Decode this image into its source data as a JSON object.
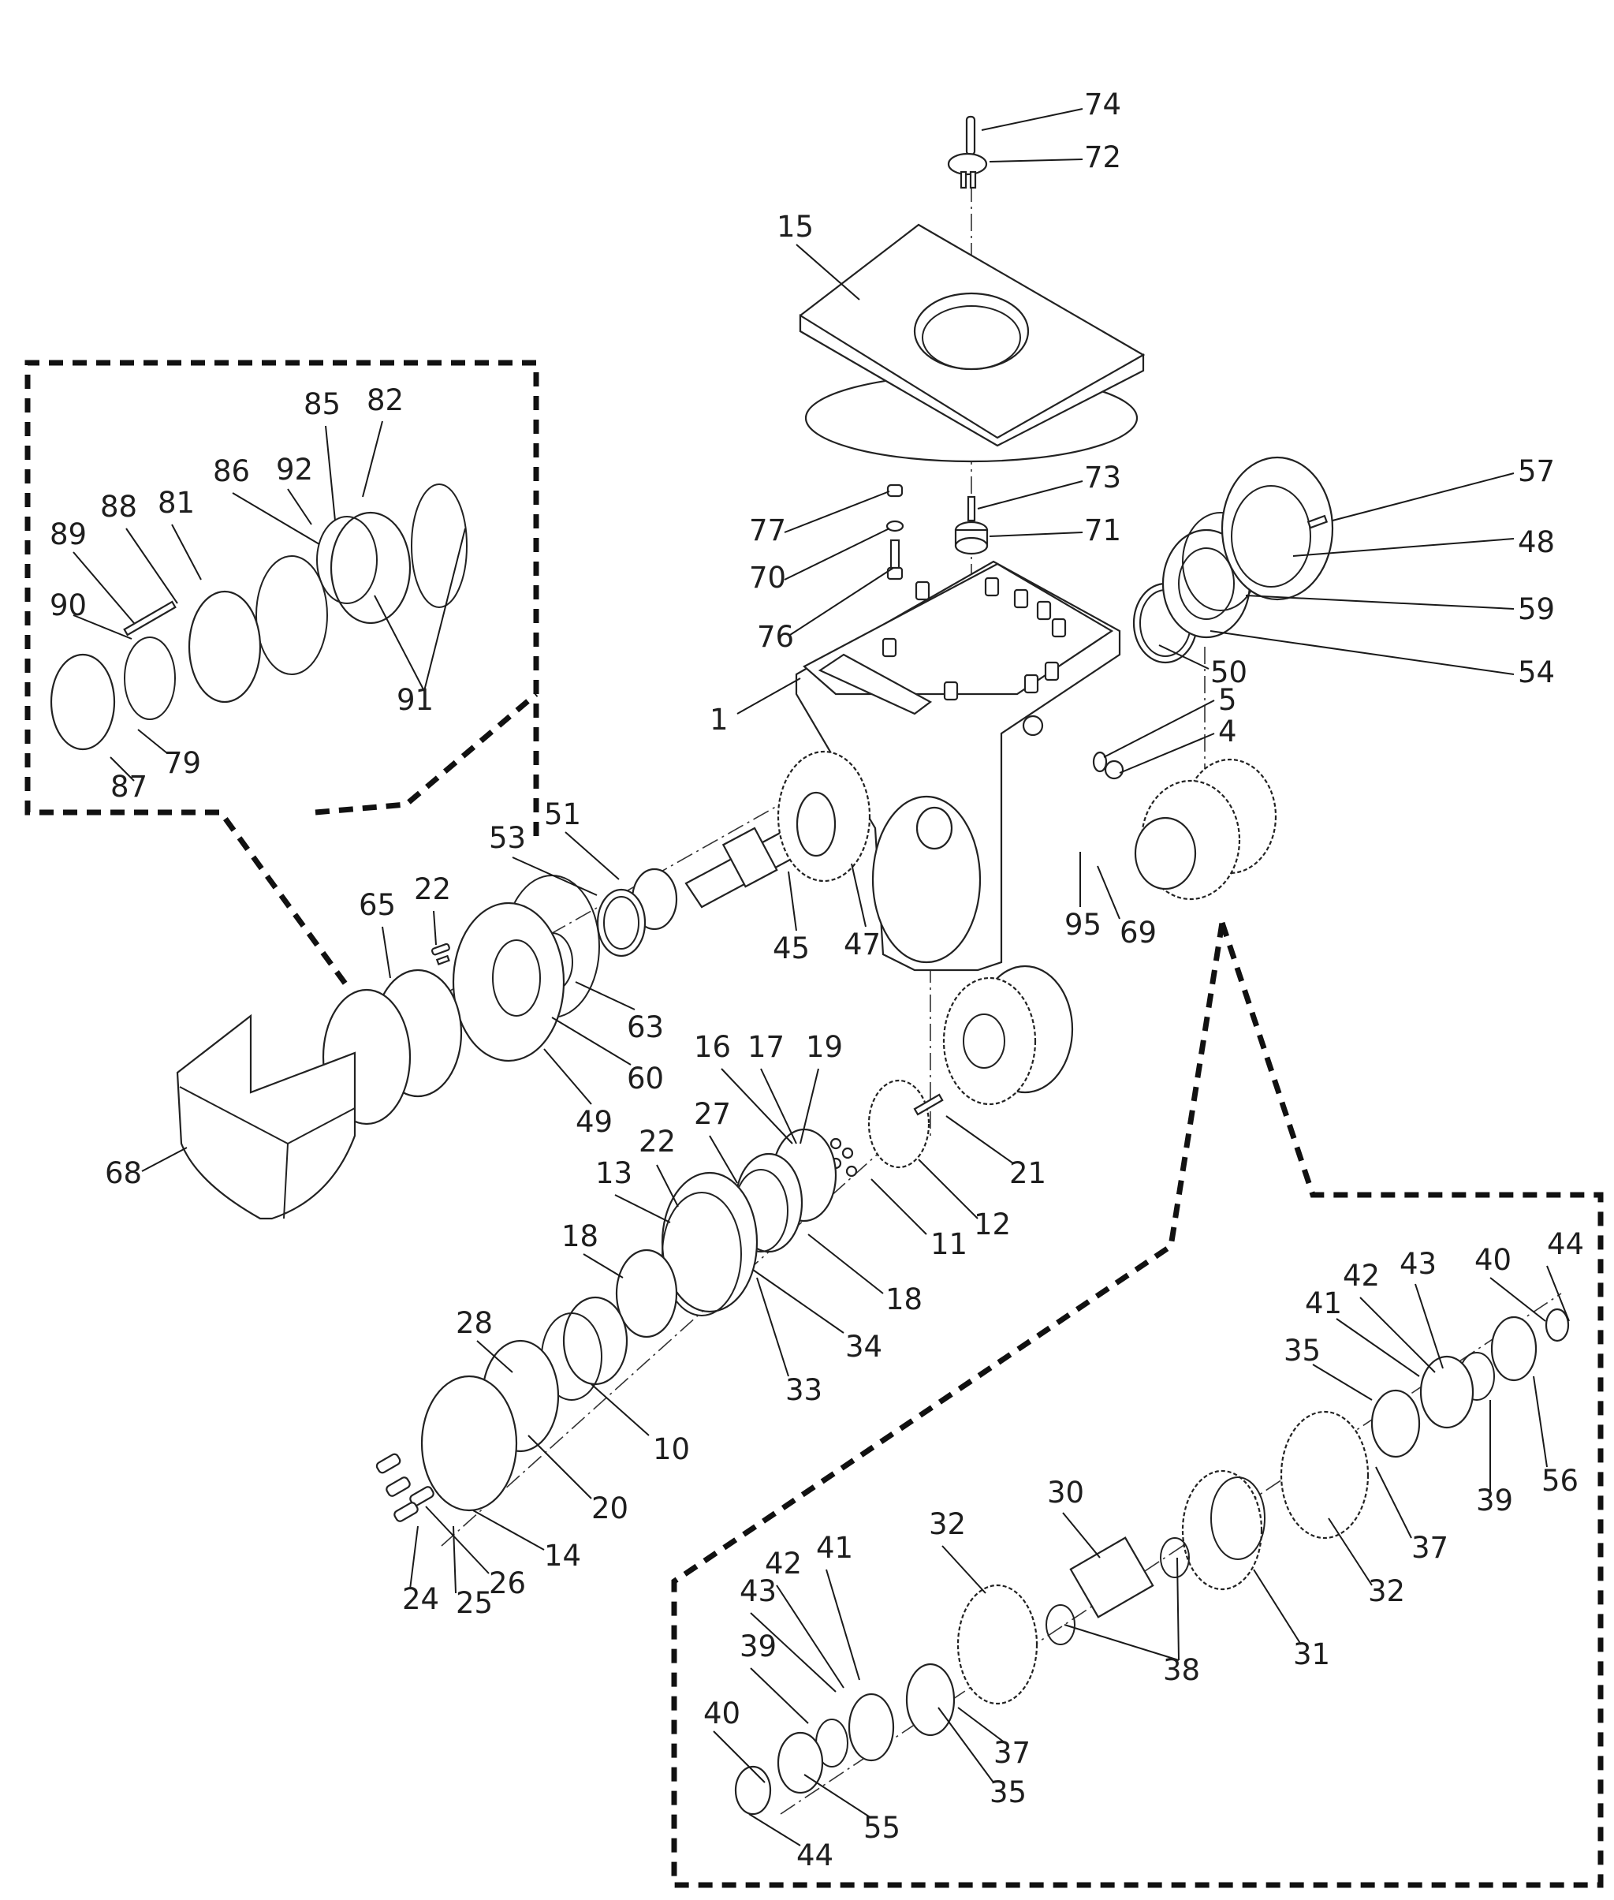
{
  "diagram": {
    "type": "exploded-parts-view",
    "detail_boxes": [
      "brake-motor-detail",
      "gear-cluster-detail"
    ],
    "callouts": [
      {
        "id": "c74",
        "label": "74"
      },
      {
        "id": "c72",
        "label": "72"
      },
      {
        "id": "c15",
        "label": "15"
      },
      {
        "id": "c73",
        "label": "73"
      },
      {
        "id": "c77",
        "label": "77"
      },
      {
        "id": "c71",
        "label": "71"
      },
      {
        "id": "c70",
        "label": "70"
      },
      {
        "id": "c76",
        "label": "76"
      },
      {
        "id": "c1",
        "label": "1"
      },
      {
        "id": "c57",
        "label": "57"
      },
      {
        "id": "c48",
        "label": "48"
      },
      {
        "id": "c59",
        "label": "59"
      },
      {
        "id": "c54",
        "label": "54"
      },
      {
        "id": "c50",
        "label": "50"
      },
      {
        "id": "c5",
        "label": "5"
      },
      {
        "id": "c4",
        "label": "4"
      },
      {
        "id": "c95",
        "label": "95"
      },
      {
        "id": "c69",
        "label": "69"
      },
      {
        "id": "c85",
        "label": "85"
      },
      {
        "id": "c82",
        "label": "82"
      },
      {
        "id": "c86",
        "label": "86"
      },
      {
        "id": "c92",
        "label": "92"
      },
      {
        "id": "c88",
        "label": "88"
      },
      {
        "id": "c81",
        "label": "81"
      },
      {
        "id": "c89",
        "label": "89"
      },
      {
        "id": "c90",
        "label": "90"
      },
      {
        "id": "c91",
        "label": "91"
      },
      {
        "id": "c79",
        "label": "79"
      },
      {
        "id": "c87",
        "label": "87"
      },
      {
        "id": "c51",
        "label": "51"
      },
      {
        "id": "c53",
        "label": "53"
      },
      {
        "id": "c45",
        "label": "45"
      },
      {
        "id": "c47",
        "label": "47"
      },
      {
        "id": "c65",
        "label": "65"
      },
      {
        "id": "c22a",
        "label": "22"
      },
      {
        "id": "c63",
        "label": "63"
      },
      {
        "id": "c60",
        "label": "60"
      },
      {
        "id": "c49",
        "label": "49"
      },
      {
        "id": "c68",
        "label": "68"
      },
      {
        "id": "c16",
        "label": "16"
      },
      {
        "id": "c17",
        "label": "17"
      },
      {
        "id": "c19",
        "label": "19"
      },
      {
        "id": "c27",
        "label": "27"
      },
      {
        "id": "c22b",
        "label": "22"
      },
      {
        "id": "c13",
        "label": "13"
      },
      {
        "id": "c21",
        "label": "21"
      },
      {
        "id": "c12",
        "label": "12"
      },
      {
        "id": "c11",
        "label": "11"
      },
      {
        "id": "c18a",
        "label": "18"
      },
      {
        "id": "c18b",
        "label": "18"
      },
      {
        "id": "c34",
        "label": "34"
      },
      {
        "id": "c33",
        "label": "33"
      },
      {
        "id": "c28",
        "label": "28"
      },
      {
        "id": "c10",
        "label": "10"
      },
      {
        "id": "c20",
        "label": "20"
      },
      {
        "id": "c14",
        "label": "14"
      },
      {
        "id": "c26",
        "label": "26"
      },
      {
        "id": "c24",
        "label": "24"
      },
      {
        "id": "c25",
        "label": "25"
      },
      {
        "id": "c44a",
        "label": "44"
      },
      {
        "id": "c40a",
        "label": "40"
      },
      {
        "id": "c43a",
        "label": "43"
      },
      {
        "id": "c42a",
        "label": "42"
      },
      {
        "id": "c41a",
        "label": "41"
      },
      {
        "id": "c35a",
        "label": "35"
      },
      {
        "id": "c39a",
        "label": "39"
      },
      {
        "id": "c56",
        "label": "56"
      },
      {
        "id": "c37a",
        "label": "37"
      },
      {
        "id": "c32a",
        "label": "32"
      },
      {
        "id": "c30",
        "label": "30"
      },
      {
        "id": "c31",
        "label": "31"
      },
      {
        "id": "c38",
        "label": "38"
      },
      {
        "id": "c32b",
        "label": "32"
      },
      {
        "id": "c41b",
        "label": "41"
      },
      {
        "id": "c42b",
        "label": "42"
      },
      {
        "id": "c43b",
        "label": "43"
      },
      {
        "id": "c39b",
        "label": "39"
      },
      {
        "id": "c40b",
        "label": "40"
      },
      {
        "id": "c37b",
        "label": "37"
      },
      {
        "id": "c35b",
        "label": "35"
      },
      {
        "id": "c55",
        "label": "55"
      },
      {
        "id": "c44b",
        "label": "44"
      }
    ]
  }
}
